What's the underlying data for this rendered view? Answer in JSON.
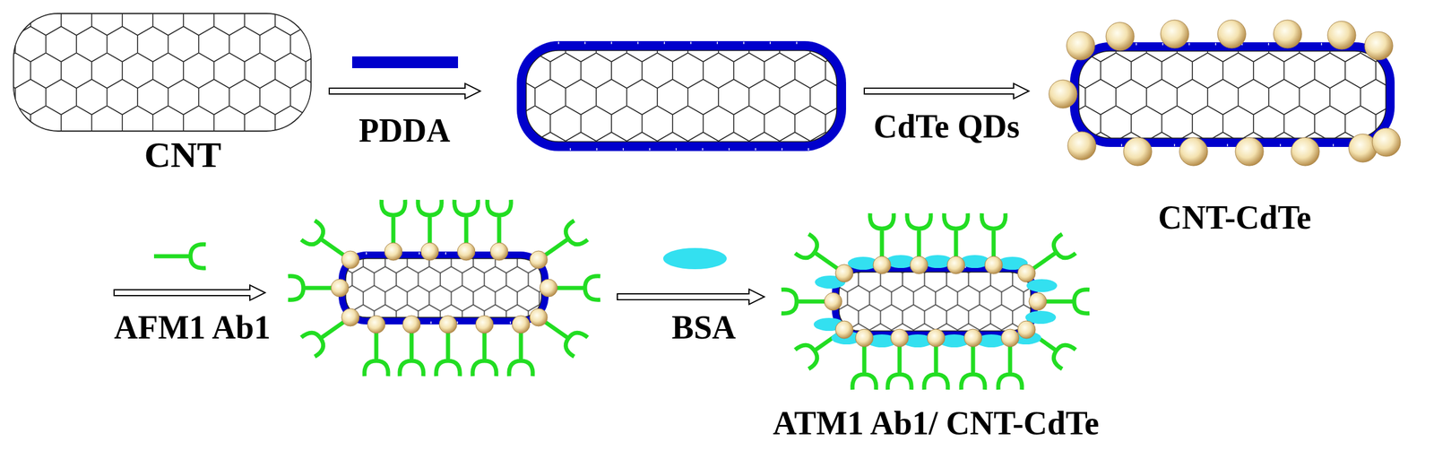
{
  "diagram": {
    "labels": [
      "CNT",
      "PDDA",
      "CdTe QDs",
      "CNT-CdTe",
      "AFM1 Ab1",
      "BSA",
      "ATM1 Ab1/ CNT-CdTe"
    ]
  }
}
